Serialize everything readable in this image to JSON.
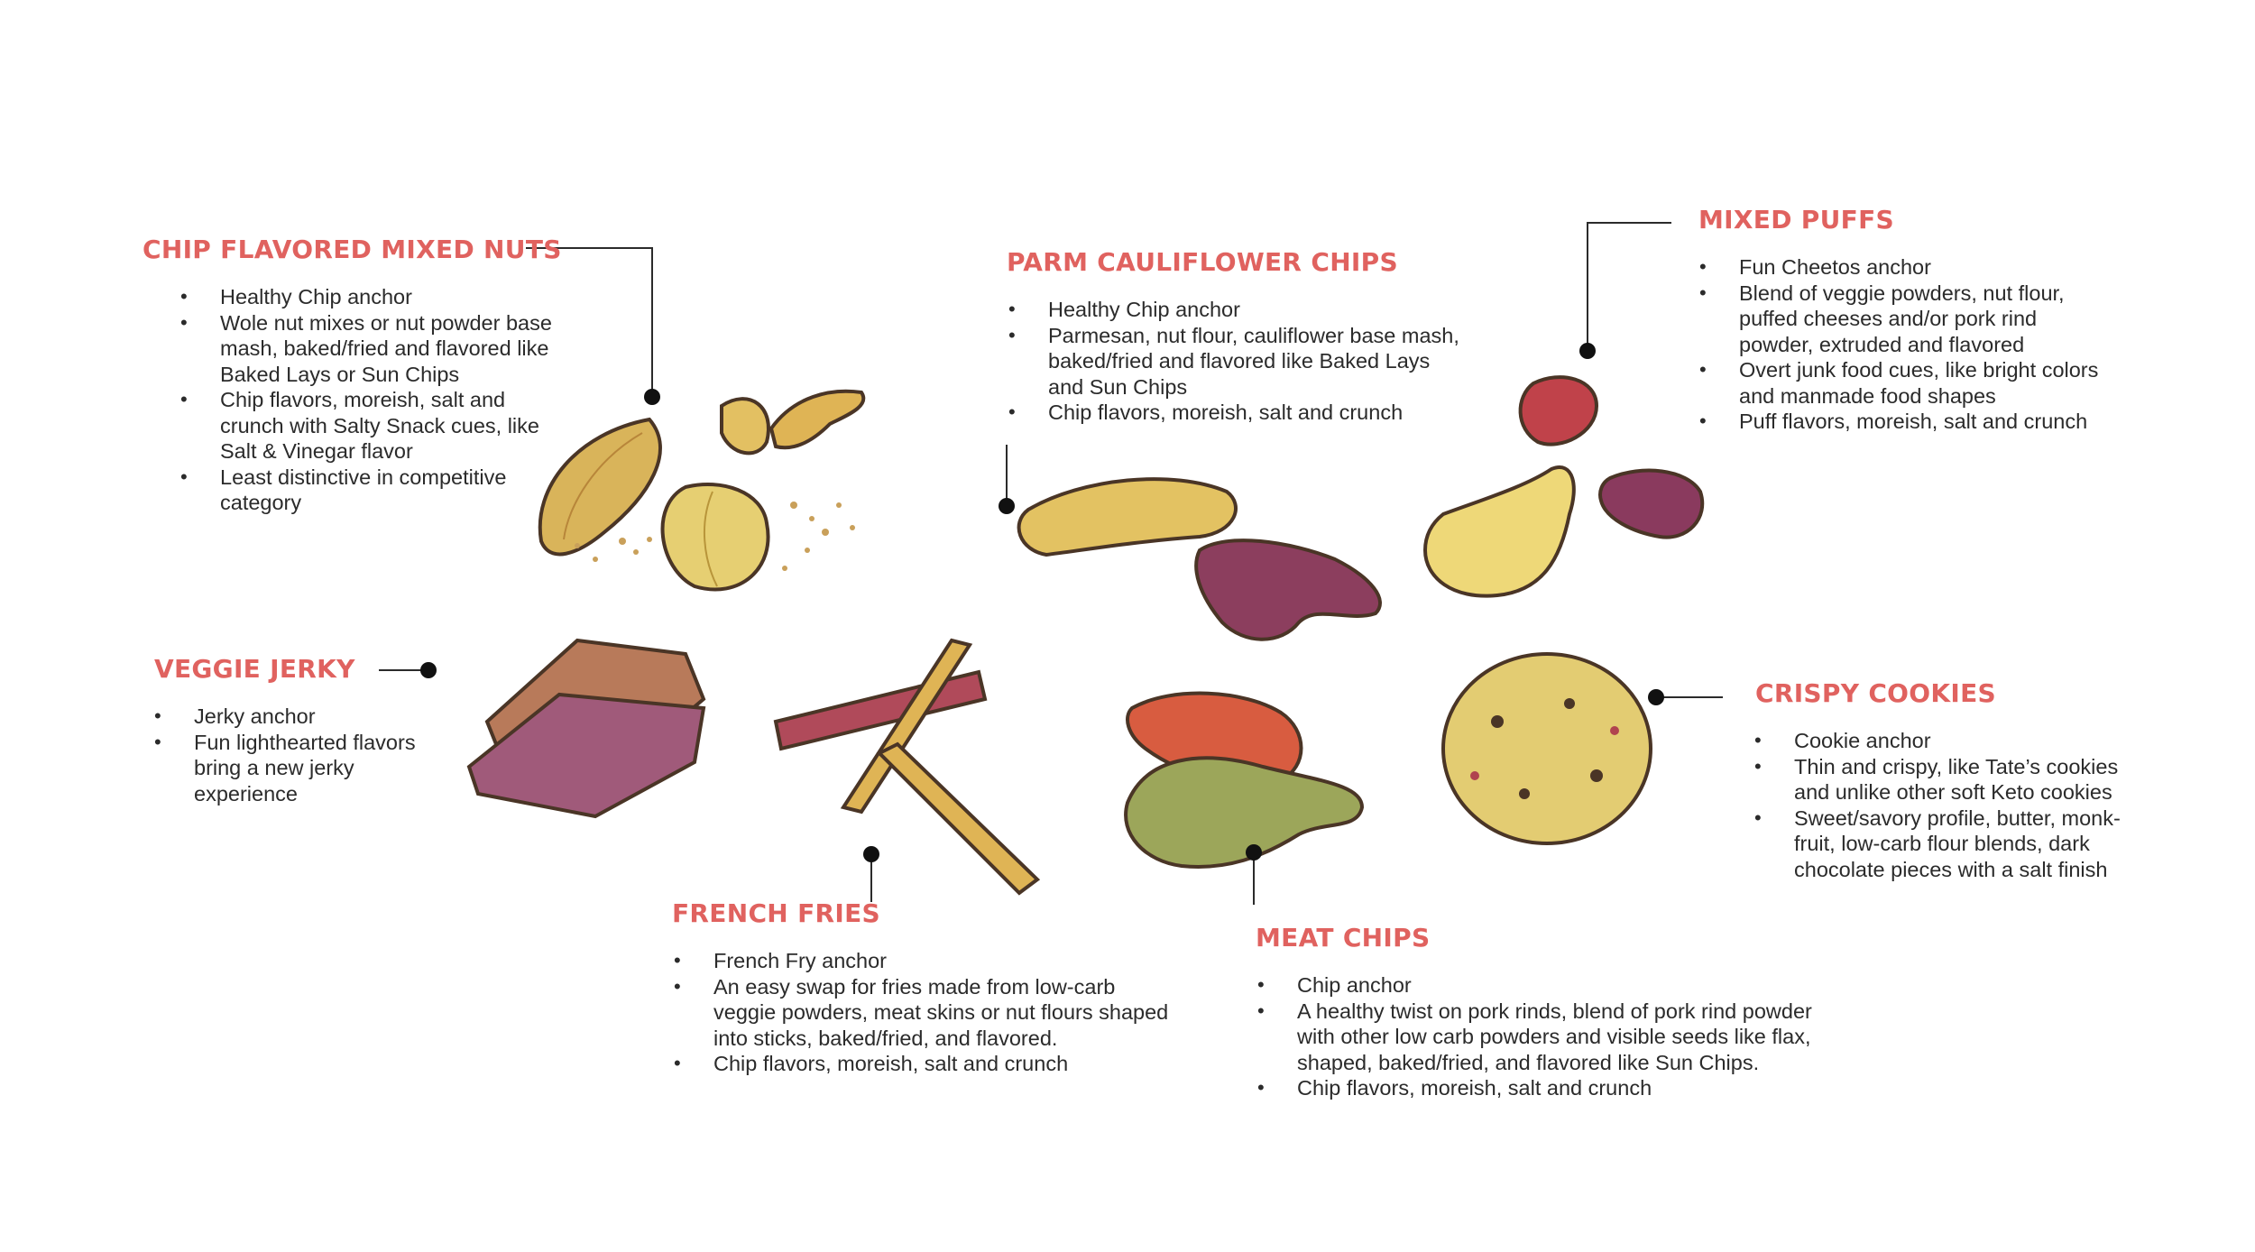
{
  "sections": {
    "nuts": {
      "title": "CHIP FLAVORED MIXED NUTS",
      "bullets": [
        "Healthy Chip anchor",
        "Wole nut mixes or nut powder base mash, baked/fried and flavored like Baked Lays or Sun Chips",
        "Chip flavors, moreish, salt and crunch with Salty Snack cues, like Salt & Vinegar flavor",
        "Least distinctive in competitive category"
      ]
    },
    "cauliflower": {
      "title": "PARM CAULIFLOWER CHIPS",
      "bullets": [
        "Healthy Chip anchor",
        "Parmesan, nut flour, cauliflower base mash, baked/fried and flavored like Baked Lays and Sun Chips",
        "Chip flavors, moreish, salt and crunch"
      ]
    },
    "puffs": {
      "title": "MIXED PUFFS",
      "bullets": [
        "Fun Cheetos anchor",
        "Blend of veggie powders, nut flour, puffed cheeses and/or pork rind powder, extruded and flavored",
        "Overt junk food cues, like bright colors and manmade food shapes",
        "Puff flavors, moreish, salt and crunch"
      ]
    },
    "jerky": {
      "title": "VEGGIE JERKY",
      "bullets": [
        "Jerky anchor",
        "Fun lighthearted flavors bring a new jerky experience"
      ]
    },
    "cookies": {
      "title": "CRISPY COOKIES",
      "bullets": [
        "Cookie anchor",
        "Thin and crispy, like Tate’s cookies and unlike other soft Keto cookies",
        "Sweet/savory profile, butter, monk-fruit, low-carb flour blends, dark chocolate pieces with a salt finish"
      ]
    },
    "fries": {
      "title": "FRENCH FRIES",
      "bullets": [
        "French Fry anchor",
        "An easy swap for fries made from low-carb veggie powders, meat skins or nut flours shaped into sticks, baked/fried, and flavored.",
        "Chip flavors, moreish, salt and crunch"
      ]
    },
    "meat": {
      "title": "MEAT CHIPS",
      "bullets": [
        "Chip anchor",
        "A healthy twist on pork rinds, blend of pork rind powder with other low carb powders and visible seeds like flax, shaped, baked/fried, and flavored like Sun Chips.",
        "Chip flavors, moreish, salt and crunch"
      ]
    }
  },
  "colors": {
    "accent": "#e0625f",
    "text": "#2b2b2b",
    "outline": "#4a3526",
    "chip_yellow": "#e6c76a",
    "chip_red": "#b0434f",
    "purple": "#8a3a5e"
  }
}
